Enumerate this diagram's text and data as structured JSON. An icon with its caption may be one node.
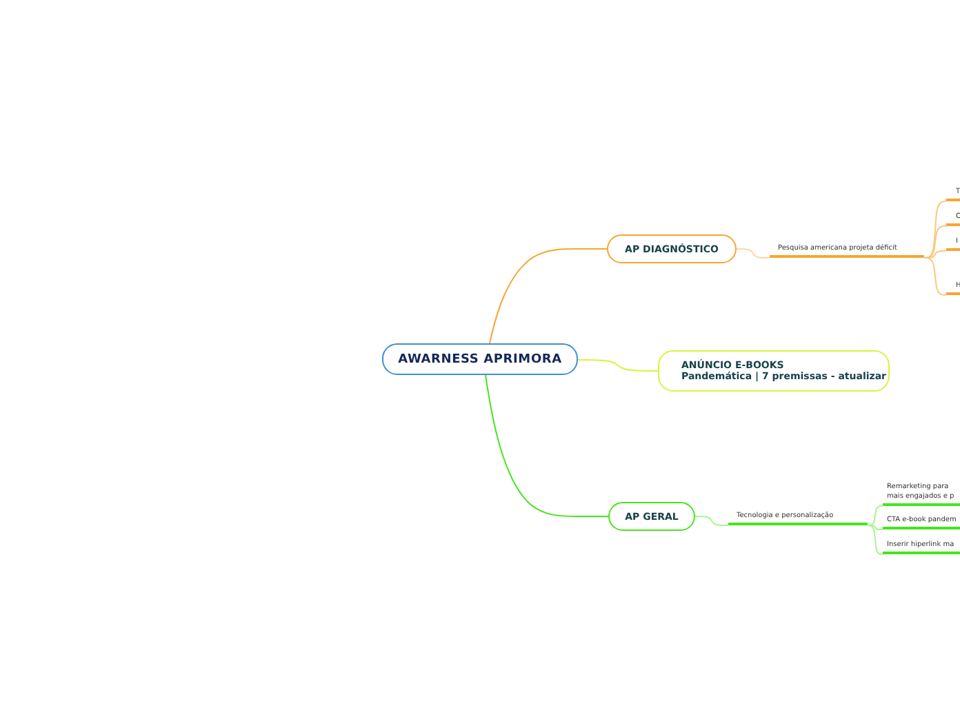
{
  "diagram": {
    "nodes": [
      {
        "text": [
          "AWARNESS APRIMORA"
        ]
      },
      {
        "text": [
          "AP DIAGNÓSTICO"
        ]
      },
      {
        "text": [
          "ANÚNCIO E-BOOKS",
          "Pandemática | 7 premissas - atualizar"
        ]
      },
      {
        "text": [
          "AP GERAL"
        ]
      },
      {
        "text": [
          "Pesquisa americana projeta déficit"
        ]
      },
      {
        "text": [
          "T"
        ]
      },
      {
        "text": [
          "C"
        ]
      },
      {
        "text": [
          "I"
        ]
      },
      {
        "text": [
          "H"
        ]
      },
      {
        "text": [
          "Tecnologia e personalização"
        ]
      },
      {
        "text": [
          "Remarketing para mais engajados e p"
        ]
      },
      {
        "text": [
          "CTA e-book pandem"
        ]
      },
      {
        "text": [
          "Inserir hiperlink ma"
        ]
      }
    ],
    "edges": [
      {
        "from": 0,
        "to": 1,
        "arrow": "none",
        "color": "#f7a531"
      },
      {
        "from": 0,
        "to": 2,
        "arrow": "none",
        "color": "#dcf23c"
      },
      {
        "from": 0,
        "to": 3,
        "arrow": "none",
        "color": "#45e61d"
      },
      {
        "from": 1,
        "to": 4,
        "arrow": "none",
        "color": "#fcd8a4"
      },
      {
        "from": 4,
        "to": 5,
        "arrow": "none",
        "color": "#fcc77e"
      },
      {
        "from": 4,
        "to": 6,
        "arrow": "none",
        "color": "#fcc77e"
      },
      {
        "from": 4,
        "to": 7,
        "arrow": "none",
        "color": "#fcc77e"
      },
      {
        "from": 4,
        "to": 8,
        "arrow": "none",
        "color": "#fcc77e"
      },
      {
        "from": 3,
        "to": 9,
        "arrow": "none",
        "color": "#a8f58f"
      },
      {
        "from": 9,
        "to": 10,
        "arrow": "none",
        "color": "#a8f58f"
      },
      {
        "from": 9,
        "to": 11,
        "arrow": "none",
        "color": "#a8f58f"
      },
      {
        "from": 9,
        "to": 12,
        "arrow": "none",
        "color": "#a8f58f"
      }
    ]
  }
}
